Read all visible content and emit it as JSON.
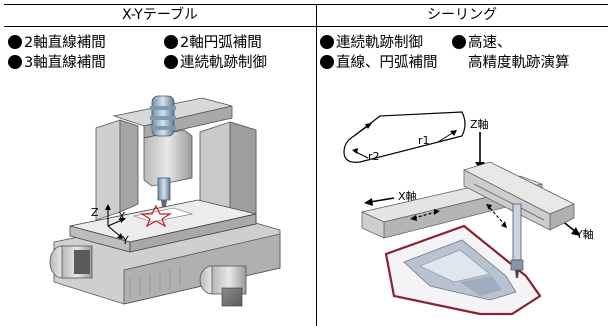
{
  "left": {
    "header": "X-Yテーブル",
    "features": [
      {
        "text": "2軸直線補間"
      },
      {
        "text": "2軸円弧補間"
      },
      {
        "text": "3軸直線補間"
      },
      {
        "text": "連続軌跡制御"
      }
    ],
    "axis_labels": {
      "z": "Z",
      "x": "X",
      "y": "Y"
    }
  },
  "right": {
    "header": "シーリング",
    "features": [
      {
        "text": "連続軌跡制御"
      },
      {
        "text": "高速、"
      },
      {
        "text": "直線、円弧補間"
      },
      {
        "text": "高精度軌跡演算"
      }
    ],
    "path_labels": {
      "r1": "r1",
      "r2": "r2"
    },
    "axis_labels": {
      "z": "Z軸",
      "x": "X軸",
      "y": "Y軸"
    }
  }
}
